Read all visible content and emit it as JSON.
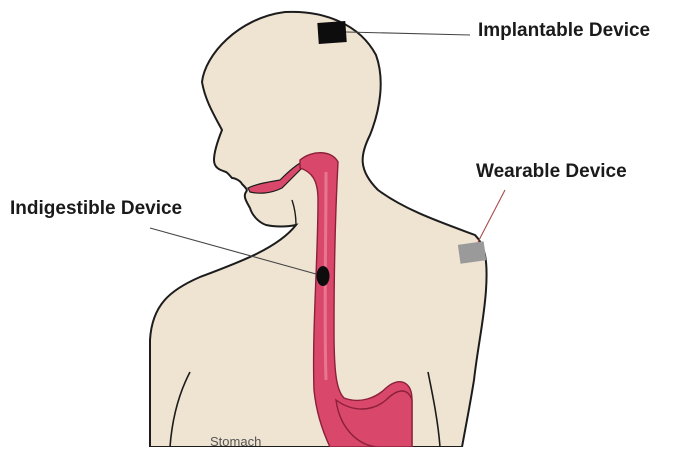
{
  "labels": {
    "implantable": "Implantable Device",
    "wearable": "Wearable Device",
    "indigestible": "Indigestible Device",
    "stomach": "Stomach"
  },
  "colors": {
    "skin": "#efe3d2",
    "outline": "#1c1c1c",
    "esophagus": "#d9486b",
    "esophagus_light": "#ee8aa0",
    "implant": "#0d0d0d",
    "wearable": "#9a9a9a",
    "capsule": "#0d0d0d",
    "leader": "#444444"
  }
}
